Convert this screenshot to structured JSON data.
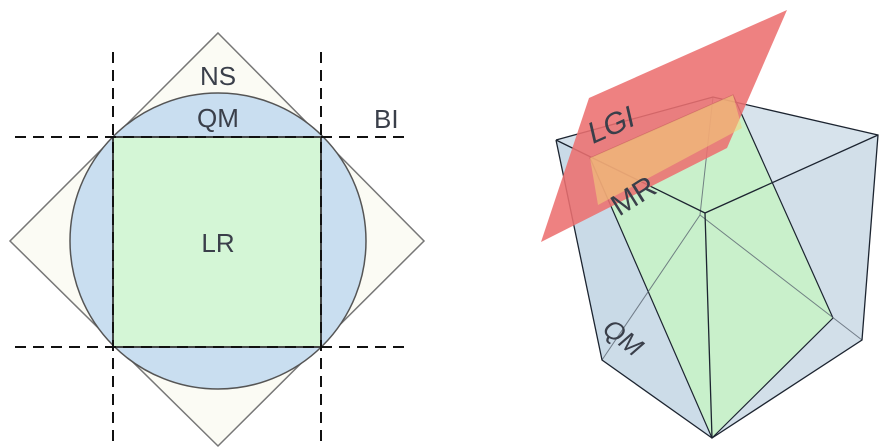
{
  "left_diagram": {
    "labels": {
      "ns": "NS",
      "qm": "QM",
      "bi": "BI",
      "lr": "LR"
    },
    "colors": {
      "diamond_fill": "#fbfbf4",
      "circle_fill": "#c9def0",
      "square_fill": "#d4f6d6",
      "outline": "#555555",
      "dash": "#111111"
    }
  },
  "right_diagram": {
    "labels": {
      "lgi": "LGI",
      "mr": "MR",
      "qm": "QM"
    },
    "colors": {
      "cube_fill": "#cfdde8",
      "slab_fill": "#c8f2c8",
      "plane_fill": "#ec6f6f",
      "edge": "#1c2430"
    }
  }
}
